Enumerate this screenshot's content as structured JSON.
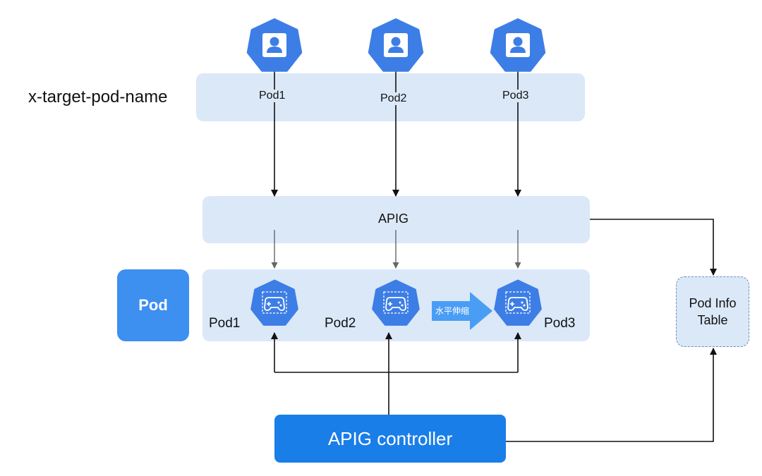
{
  "diagram": {
    "header_label": "x-target-pod-name",
    "users": [
      {
        "name": "Pod1"
      },
      {
        "name": "Pod2"
      },
      {
        "name": "Pod3"
      }
    ],
    "gateway_label": "APIG",
    "pod_group_label": "Pod",
    "pods": [
      {
        "name": "Pod1"
      },
      {
        "name": "Pod2"
      },
      {
        "name": "Pod3"
      }
    ],
    "scale_label": "水平伸缩",
    "info_table": {
      "line1": "Pod Info",
      "line2": "Table"
    },
    "controller_label": "APIG controller",
    "colors": {
      "band": "#dbe8f8",
      "kube_blue": "#3d7ee6",
      "pod_box": "#3d8ff0",
      "controller": "#1a7ee8",
      "scale_arrow": "#4a9df5",
      "arrow_dark": "#111111",
      "arrow_gray": "#666666"
    },
    "icons": {
      "user": "user-icon",
      "pod": "gamepad-icon",
      "scale": "arrow-right-icon"
    }
  }
}
